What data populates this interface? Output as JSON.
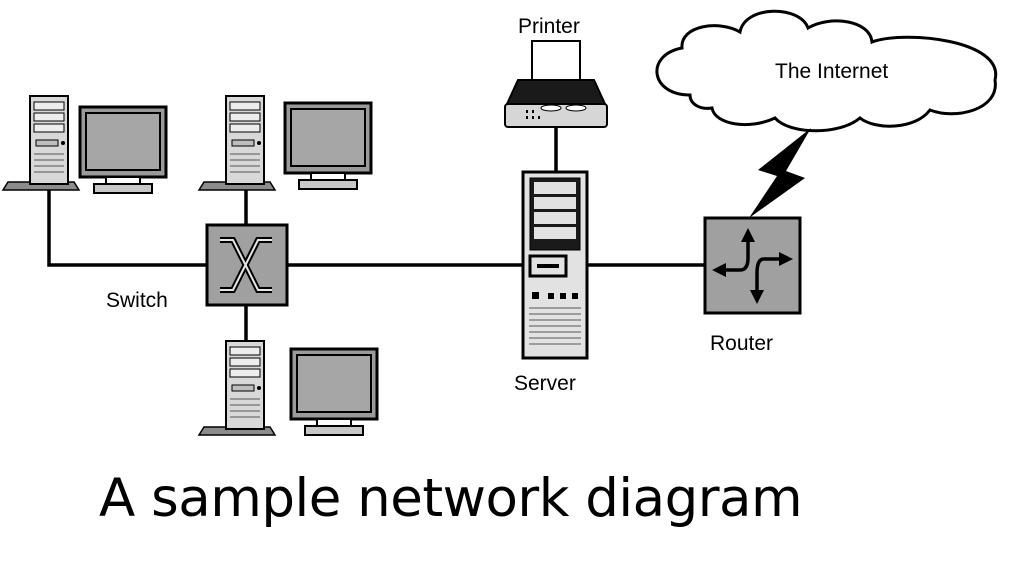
{
  "labels": {
    "printer": "Printer",
    "internet": "The Internet",
    "switch": "Switch",
    "router": "Router",
    "server": "Server"
  },
  "caption": "A sample network diagram",
  "colors": {
    "device_gray": "#a0a0a0",
    "light_gray": "#e6e6e6",
    "line": "#000000",
    "background": "#ffffff"
  },
  "icons": [
    "pc-tower-icon",
    "monitor-icon",
    "switch-icon",
    "router-icon",
    "server-icon",
    "printer-icon",
    "cloud-icon",
    "lightning-icon"
  ]
}
